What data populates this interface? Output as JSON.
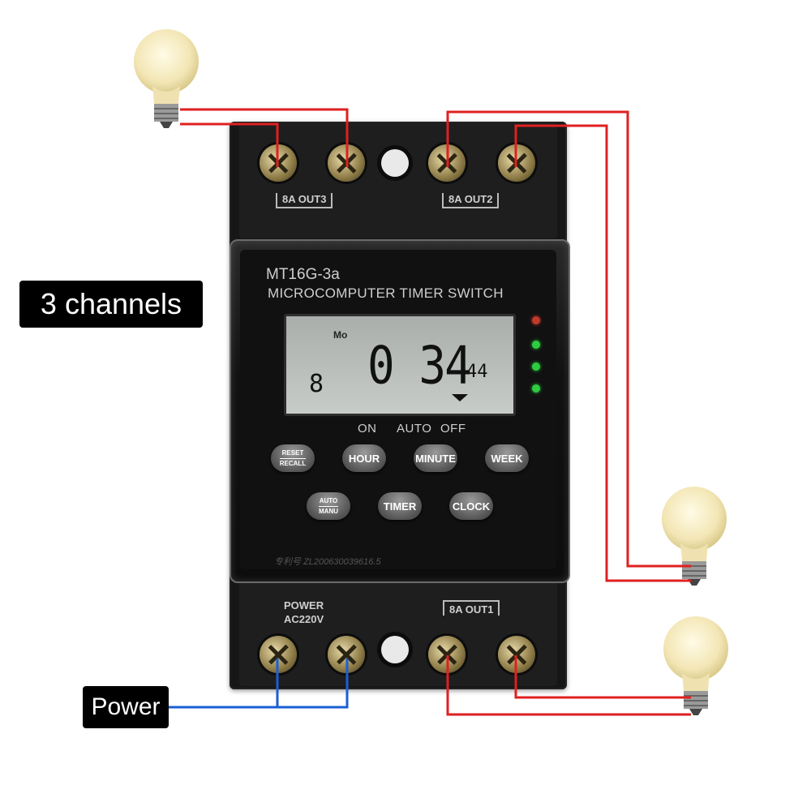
{
  "device": {
    "model": "MT16G-3a",
    "subtitle": "MICROCOMPUTER TIMER SWITCH",
    "outputs": {
      "out3": "8A OUT3",
      "out2": "8A OUT2",
      "out1": "8A OUT1"
    },
    "power_label_1": "POWER",
    "power_label_2": "AC220V",
    "serial": "ZL200630039616.5",
    "serial_prefix": "专利号"
  },
  "lcd": {
    "day": "Mo",
    "time": "0 34",
    "seconds": "44",
    "program": "8"
  },
  "mode_labels": {
    "on": "ON",
    "auto": "AUTO",
    "off": "OFF"
  },
  "buttons": {
    "reset_top": "RESET",
    "reset_bottom": "RECALL",
    "hour": "HOUR",
    "minute": "MINUTE",
    "week": "WEEK",
    "auto_top": "AUTO",
    "auto_bottom": "MANU",
    "timer": "TIMER",
    "clock": "CLOCK"
  },
  "leds": {
    "colors": [
      "#c0392b",
      "#2ecc40",
      "#2ecc40",
      "#2ecc40"
    ]
  },
  "annotations": {
    "channels": "3 channels",
    "power": "Power"
  },
  "colors": {
    "load_wire": "#e02020",
    "power_wire": "#1a5fd6",
    "body": "#161616"
  },
  "icons": [
    "light-bulb-icon",
    "screw-terminal-icon",
    "mounting-hole-icon",
    "led-indicator-icon"
  ]
}
